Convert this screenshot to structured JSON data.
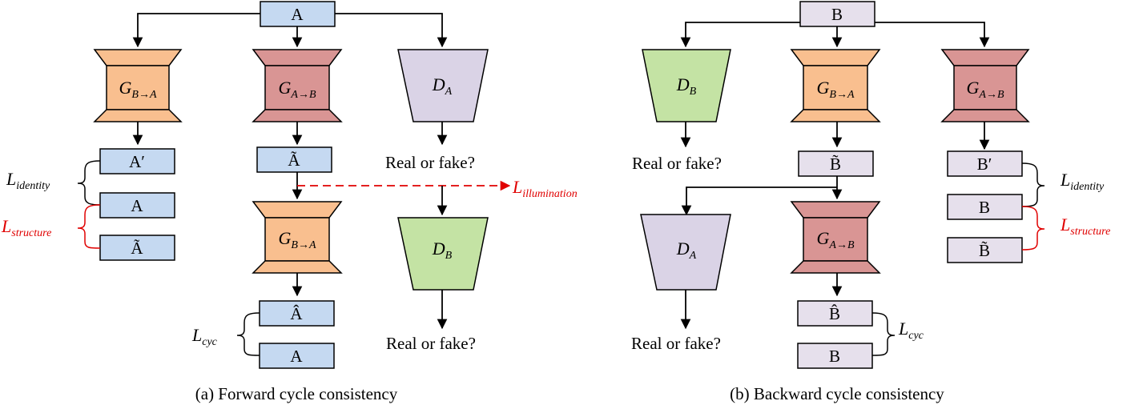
{
  "forward": {
    "caption": "(a) Forward cycle consistency",
    "input": "A",
    "gen1": {
      "base": "G",
      "sub": "B→A"
    },
    "gen2": {
      "base": "G",
      "sub": "A→B"
    },
    "gen3": {
      "base": "G",
      "sub": "B→A"
    },
    "disc1": {
      "base": "D",
      "sub": "A"
    },
    "disc2": {
      "base": "D",
      "sub": "B"
    },
    "out_identity": "A′",
    "out_orig": "A",
    "out_tilde_left": "Ã",
    "out_tilde_mid": "Ã",
    "out_hat": "Â",
    "out_cyc_orig": "A",
    "q1": "Real or fake?",
    "q2": "Real or fake?",
    "loss_identity": {
      "base": "L",
      "sub": "identity"
    },
    "loss_structure": {
      "base": "L",
      "sub": "structure"
    },
    "loss_illumination": {
      "base": "L",
      "sub": "illumination"
    },
    "loss_cyc": {
      "base": "L",
      "sub": "cyc"
    }
  },
  "backward": {
    "caption": "(b) Backward cycle consistency",
    "input": "B",
    "disc1": {
      "base": "D",
      "sub": "B"
    },
    "disc2": {
      "base": "D",
      "sub": "A"
    },
    "gen1": {
      "base": "G",
      "sub": "B→A"
    },
    "gen2": {
      "base": "G",
      "sub": "A→B"
    },
    "gen3": {
      "base": "G",
      "sub": "A→B"
    },
    "out_tilde_mid": "B̃",
    "out_hat": "B̂",
    "out_cyc_orig": "B",
    "out_identity": "B′",
    "out_orig": "B",
    "out_tilde_right": "B̃",
    "q1": "Real or fake?",
    "q2": "Real or fake?",
    "loss_identity": {
      "base": "L",
      "sub": "identity"
    },
    "loss_structure": {
      "base": "L",
      "sub": "structure"
    },
    "loss_cyc": {
      "base": "L",
      "sub": "cyc"
    }
  },
  "colors": {
    "box_a": "#c5d9f1",
    "box_b": "#e6e0ec",
    "gen_b2a": "#f9bf8f",
    "gen_a2b": "#d99594",
    "disc_a": "#dad3e6",
    "disc_b": "#c4e3a4",
    "loss_red": "#e00000"
  }
}
